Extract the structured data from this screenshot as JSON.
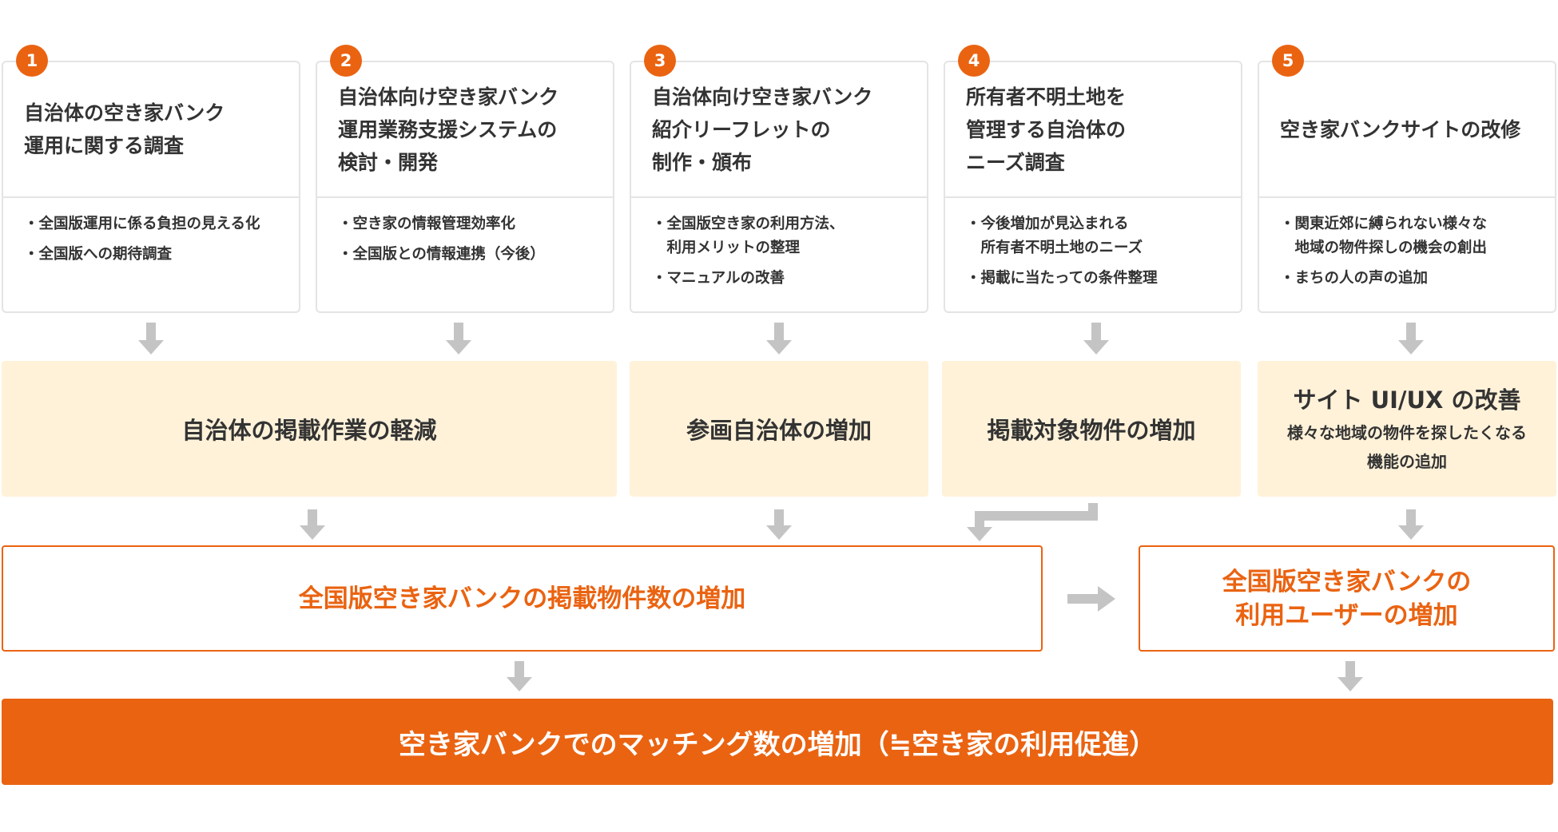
{
  "initiatives": [
    {
      "number": "1",
      "title": "自治体の空き家バンク\n運用に関する調査",
      "bullets": [
        "・全国版運用に係る負担の見える化",
        "・全国版への期待調査"
      ]
    },
    {
      "number": "2",
      "title": "自治体向け空き家バンク\n運用業務支援システムの\n検討・開発",
      "bullets": [
        "・空き家の情報管理効率化",
        "・全国版との情報連携（今後）"
      ]
    },
    {
      "number": "3",
      "title": "自治体向け空き家バンク\n紹介リーフレットの\n制作・頒布",
      "bullets": [
        "・全国版空き家の利用方法、\n　利用メリットの整理",
        "・マニュアルの改善"
      ]
    },
    {
      "number": "4",
      "title": "所有者不明土地を\n管理する自治体の\nニーズ調査",
      "bullets": [
        "・今後増加が見込まれる\n　所有者不明土地のニーズ",
        "・掲載に当たっての条件整理"
      ]
    },
    {
      "number": "5",
      "title": "空き家バンクサイトの改修",
      "bullets": [
        "・関東近郊に縛られない様々な\n　地域の物件探しの機会の創出",
        "・まちの人の声の追加"
      ]
    }
  ],
  "effects": [
    {
      "title": "自治体の掲載作業の軽減",
      "subtitle": ""
    },
    {
      "title": "参画自治体の増加",
      "subtitle": ""
    },
    {
      "title": "掲載対象物件の増加",
      "subtitle": ""
    },
    {
      "title": "サイト UI/UX の改善",
      "subtitle": "様々な地域の物件を探したくなる\n機能の追加"
    }
  ],
  "outcomes": [
    {
      "title": "全国版空き家バンクの掲載物件数の増加"
    },
    {
      "title": "全国版空き家バンクの\n利用ユーザーの増加"
    }
  ],
  "final": {
    "title": "空き家バンクでのマッチング数の増加（≒空き家の利用促進）"
  },
  "colors": {
    "accent": "#ea6311",
    "effect_bg": "#fff2d9",
    "arrow": "#c4c4c4",
    "card_border": "#e4e4e4"
  }
}
